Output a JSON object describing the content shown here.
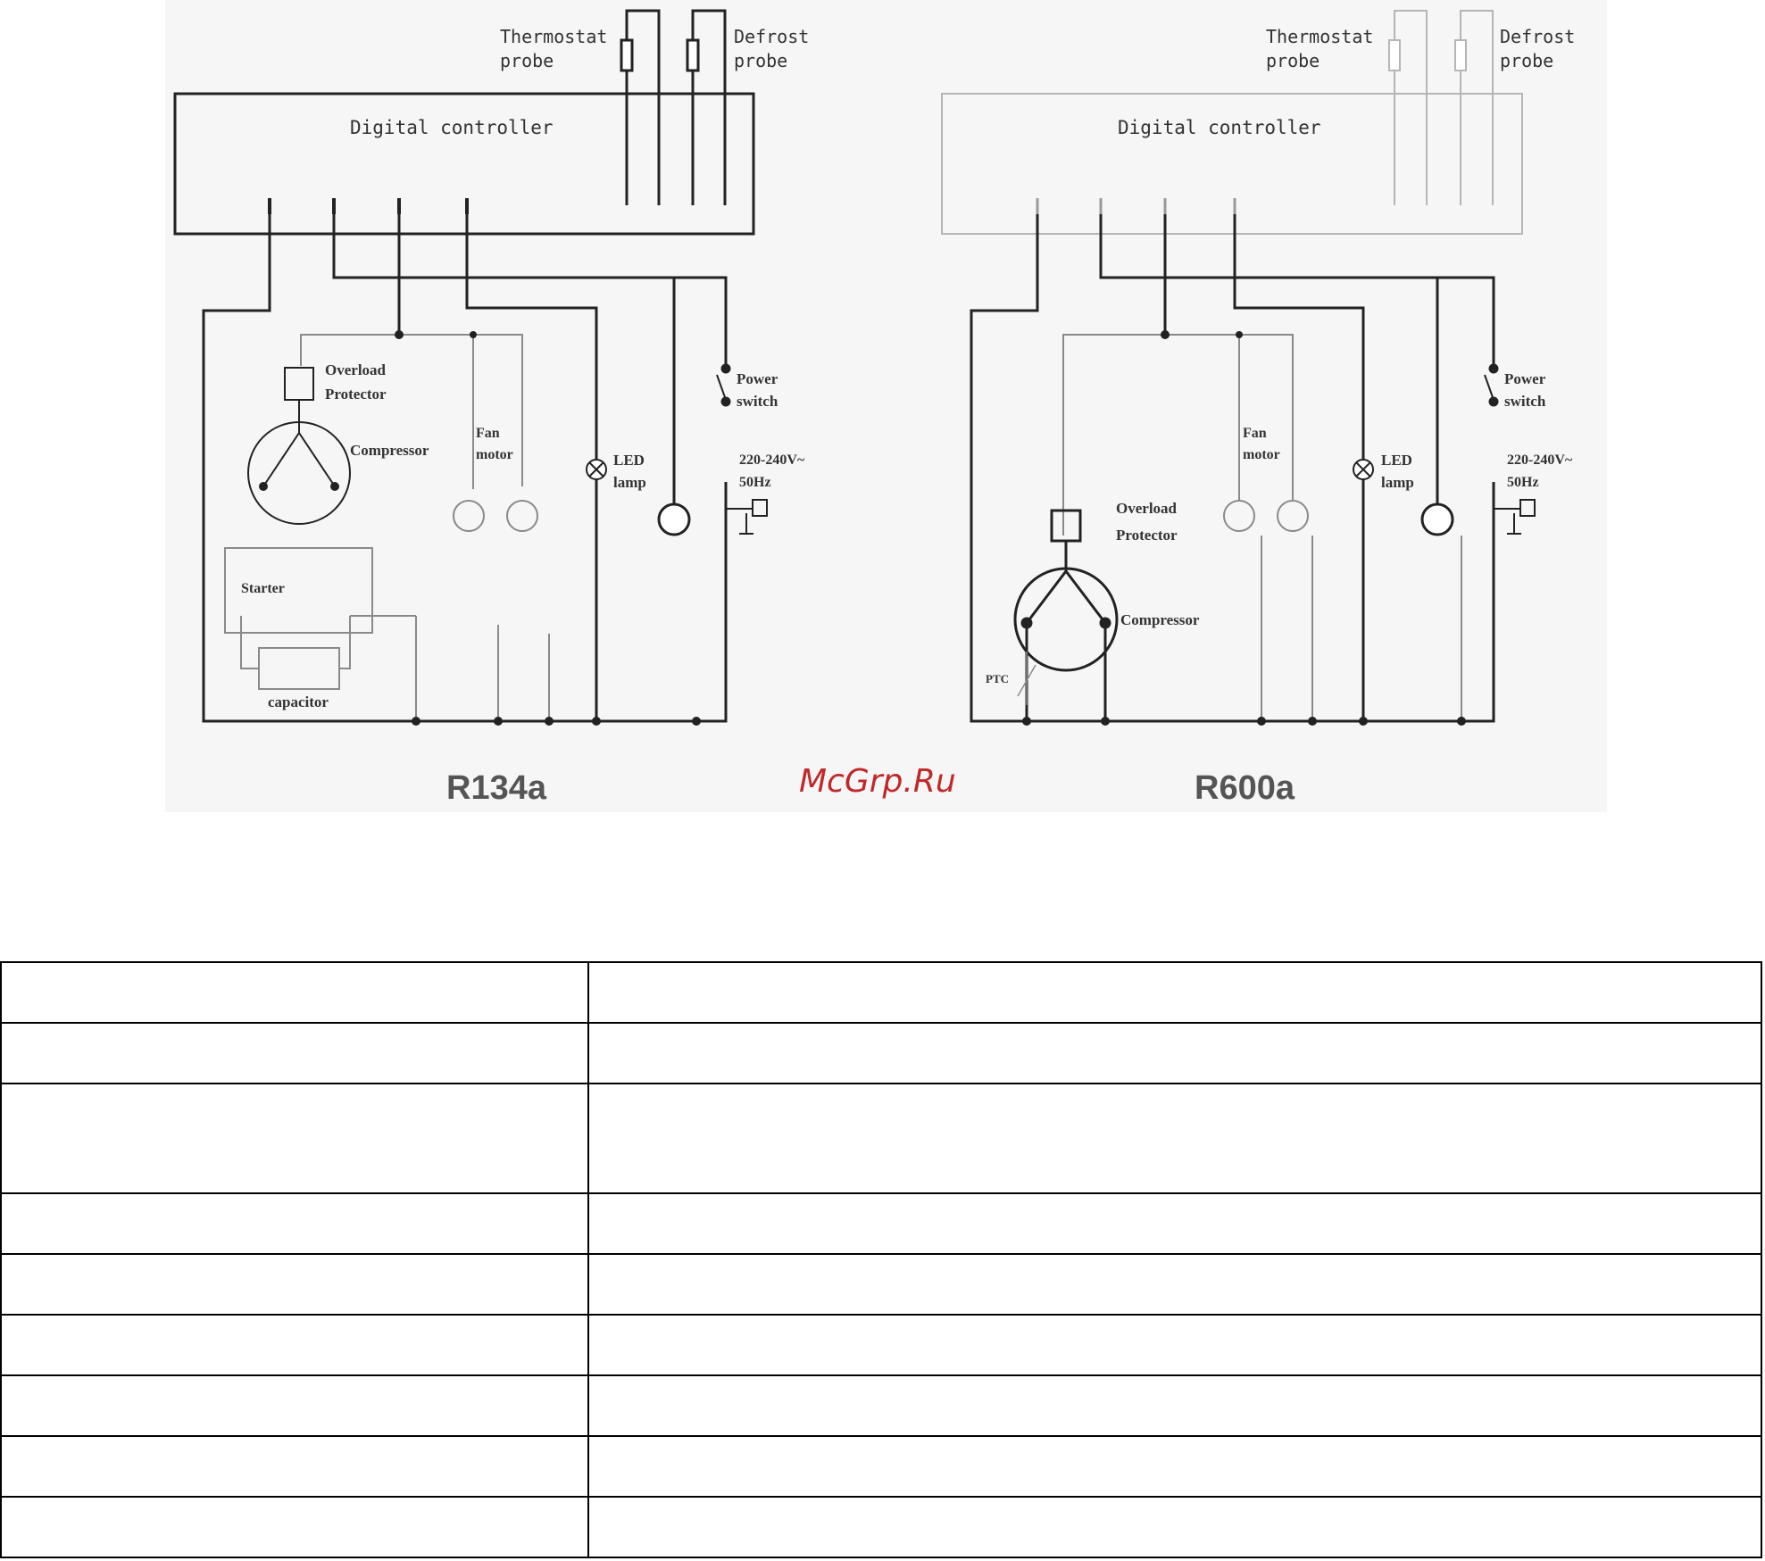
{
  "diagrams": [
    {
      "id": "r134a",
      "caption": "R134a",
      "controller_label": "Digital controller",
      "thermostat_probe": [
        "Thermostat",
        "probe"
      ],
      "defrost_probe": [
        "Defrost",
        "probe"
      ],
      "overload_protector": [
        "Overload",
        "Protector"
      ],
      "compressor": "Compressor",
      "fan_motor": [
        "Fan",
        "motor"
      ],
      "led_lamp": [
        "LED",
        "lamp"
      ],
      "power_switch": [
        "Power",
        "switch"
      ],
      "supply": [
        "220-240V~",
        "50Hz"
      ],
      "starter": "Starter",
      "capacitor": "capacitor"
    },
    {
      "id": "r600a",
      "caption": "R600a",
      "controller_label": "Digital controller",
      "thermostat_probe": [
        "Thermostat",
        "probe"
      ],
      "defrost_probe": [
        "Defrost",
        "probe"
      ],
      "overload_protector": [
        "Overload",
        "Protector"
      ],
      "compressor": "Compressor",
      "fan_motor": [
        "Fan",
        "motor"
      ],
      "led_lamp": [
        "LED",
        "lamp"
      ],
      "power_switch": [
        "Power",
        "switch"
      ],
      "supply": [
        "220-240V~",
        "50Hz"
      ],
      "ptc": "PTC"
    }
  ],
  "watermark": "McGrp.Ru",
  "colors": {
    "wire": "#222222",
    "faint_wire": "#8a8a8a",
    "watermark": "#c0282a",
    "table_border": "#000000"
  },
  "table": {
    "rows": 9,
    "columns": 2
  }
}
